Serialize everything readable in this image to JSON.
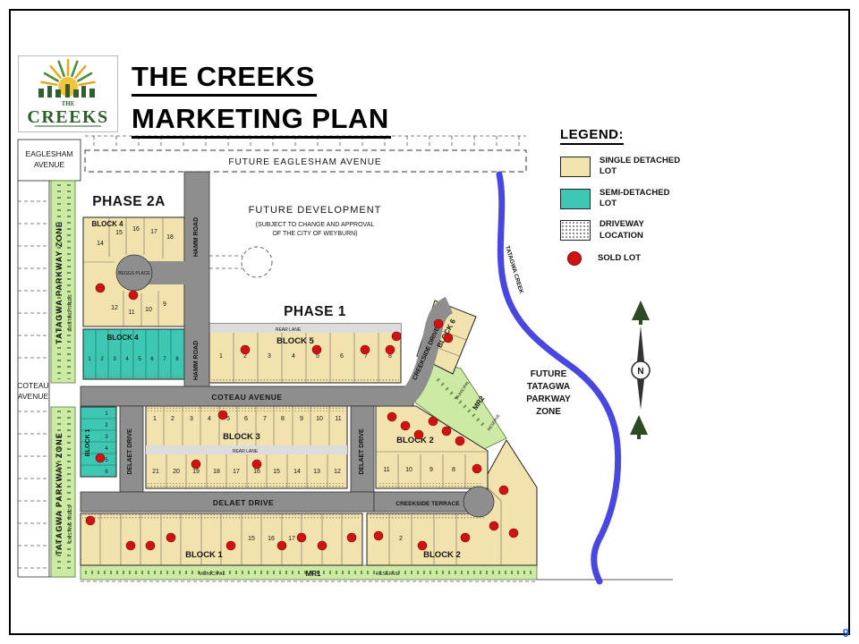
{
  "page": {
    "artifact": "9"
  },
  "header": {
    "logo": {
      "the": "THE",
      "creeks": "CREEKS"
    },
    "title_line1": "THE CREEKS",
    "title_line2": "MARKETING PLAN"
  },
  "legend": {
    "title": "LEGEND:",
    "items": [
      {
        "label": "SINGLE DETACHED LOT",
        "type": "swatch",
        "color": "#f2e3ae"
      },
      {
        "label": "SEMI-DETACHED LOT",
        "type": "swatch",
        "color": "#3ec7b3"
      },
      {
        "label": "DRIVEWAY LOCATION",
        "type": "pattern",
        "color": "#ffffff"
      },
      {
        "label": "SOLD LOT",
        "type": "dot",
        "color": "#cf1212"
      }
    ]
  },
  "map": {
    "phases": {
      "phase2a": "PHASE 2A",
      "phase1": "PHASE 1"
    },
    "future_development": {
      "line1": "FUTURE DEVELOPMENT",
      "line2": "(SUBJECT TO CHANGE AND APPROVAL",
      "line3": "OF THE CITY OF WEYBURN)"
    },
    "streets": {
      "future_eaglesham": "FUTURE EAGLESHAM AVENUE",
      "eaglesham_line1": "EAGLESHAM",
      "eaglesham_line2": "AVENUE",
      "coteau_line1": "COTEAU",
      "coteau_line2": "AVENUE",
      "hamm_road": "HAMM ROAD",
      "beggs_place": "BEGGS PLACE",
      "coteau_avenue": "COTEAU AVENUE",
      "creekside_drive": "CREEKSIDE DRIVE",
      "delaet_drive": "DELAET DRIVE",
      "creekside_terrace": "CREEKSIDE TERRACE",
      "rear_lane": "REAR LANE"
    },
    "zones": {
      "tatagwa_parkway_zone": "TATAGWA PARKWAY ZONE",
      "existing_trees": "EXISTING TREES",
      "future_line1": "FUTURE",
      "future_line2": "TATAGWA",
      "future_line3": "PARKWAY",
      "future_line4": "ZONE",
      "tatagwa_creek": "TATAGWA CREEK",
      "mr1": "MR1",
      "mr2": "MR2",
      "municipal": "MUNICIPAL",
      "reserve": "RESERVE"
    },
    "blocks": {
      "block1": "BLOCK 1",
      "block2": "BLOCK 2",
      "block3": "BLOCK 3",
      "block4": "BLOCK 4",
      "block5": "BLOCK 5",
      "block6": "BLOCK 6"
    },
    "compass": {
      "north": "N"
    },
    "lots": {
      "block4_top": [
        "14",
        "15",
        "16",
        "17",
        "18",
        "12",
        "11",
        "10",
        "9"
      ],
      "block4_semi": [
        "1",
        "2",
        "3",
        "4",
        "5",
        "6",
        "7",
        "8"
      ],
      "block5": [
        "1",
        "2",
        "3",
        "4",
        "5",
        "6",
        "7",
        "8"
      ],
      "block3_north": [
        "1",
        "2",
        "3",
        "4",
        "5",
        "6",
        "7",
        "8",
        "9",
        "10",
        "11"
      ],
      "block3_south": [
        "21",
        "20",
        "19",
        "18",
        "17",
        "16",
        "15",
        "14",
        "13",
        "12"
      ],
      "block1_semi": [
        "1",
        "2",
        "3",
        "4",
        "5",
        "6"
      ],
      "block2_mid": [
        "11",
        "10",
        "9",
        "8"
      ],
      "block1_south": [
        "15",
        "16",
        "17"
      ],
      "block2_south": [
        "2"
      ]
    },
    "colors": {
      "single_detached": "#f2e3ae",
      "semi_detached": "#3ec7b3",
      "sold": "#cf1212",
      "road": "#8e8e8e",
      "green_zone": "#cdeaa5",
      "creek": "#4848e0"
    }
  }
}
